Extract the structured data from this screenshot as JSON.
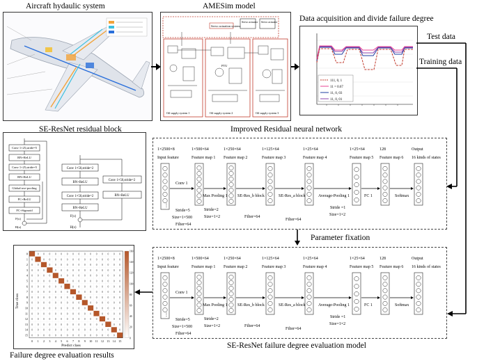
{
  "titles": {
    "aircraft": "Aircraft hydaulic system",
    "amesim": "AMESim model",
    "data_acq": "Data acquisition and divide failure degree",
    "se_block": "SE-ResNet residual block",
    "improved": "Improved Residual neural network",
    "param_fix": "Parameter fixation",
    "eval_model": "SE-ResNet failure degree evaluation model",
    "results": "Failure degree evaluation results"
  },
  "side_labels": {
    "test": "Test data",
    "training": "Training data"
  },
  "amesim": {
    "servo": "Servo actuation system",
    "servo_act1": "Servo actuator",
    "servo_act2": "Servo actuator",
    "ptu": "PTU",
    "oil1": "Oil supply system 1",
    "oil2": "Oil supply system 2",
    "oil3": "Oil supply system 3"
  },
  "legend": [
    "111, 0, 1",
    "11 = 0.67",
    "11, 0, 03",
    "11, 0, 01"
  ],
  "se_block_left": [
    "Conv 1×25,stride=5",
    "BN+ReLU",
    "Conv 1×25,stride=5",
    "BN+ReLU",
    "Global-ave-pooling",
    "FC+ReLU",
    "FC+Sigmoid",
    "F(x)",
    "H(x)"
  ],
  "se_block_right": [
    "Conv 1×50,stride=2",
    "BN+ReLU",
    "Conv 1×50,stride=2",
    "BN+ReLU",
    "Conv 1×50,stride=2",
    "BN+ReLU",
    "F(x)",
    "H(x)"
  ],
  "network_top": {
    "dims": [
      "1×2500×8",
      "1×500×64",
      "1×250×64",
      "1×125×64",
      "1×25×64",
      "1×25×64",
      "128",
      "Output"
    ],
    "maps": [
      "Input feature",
      "Feature map 1",
      "Feature map 2",
      "Feature map 3",
      "Feature map 4",
      "Feature map 5",
      "Feature map 6",
      "16 kinds of states"
    ],
    "ops": [
      "Conv 1",
      "Max Pooling 1",
      "SE-Res_b block",
      "SE-Res_a block",
      "Average-Pooling 1",
      "FC 1",
      "Softmax"
    ],
    "params": [
      "Stride=5",
      "Size=1×500",
      "Filter=64",
      "Stride=2",
      "Size=1×2",
      "Filter=64",
      "Filter=64",
      "Stride =1",
      "Size=1×2"
    ]
  },
  "network_bottom": {
    "dims": [
      "1×2500×8",
      "1×500×64",
      "1×250×64",
      "1×125×64",
      "1×25×64",
      "1×25×64",
      "128",
      "Output"
    ],
    "maps": [
      "Input feature",
      "Feature map 1",
      "Feature map 2",
      "Feature map 3",
      "Feature map 4",
      "Feature map 5",
      "Feature map 6",
      "16 kinds of states"
    ],
    "ops": [
      "Conv 1",
      "Max Pooling 1",
      "SE-Res_b block",
      "SE-Res_a block",
      "Average-Pooling 1",
      "FC 1",
      "Softmax"
    ],
    "params": [
      "Stride=5",
      "Size=1×500",
      "Filter=64",
      "Stride=2",
      "Size=1×2",
      "Filter=64",
      "Filter=64",
      "Stride =1",
      "Size=1×2"
    ]
  },
  "confusion": {
    "ylabel": "True class",
    "xlabel": "Predict class",
    "ticks": [
      "0",
      "1",
      "2",
      "3",
      "4",
      "5",
      "6",
      "7",
      "8",
      "9",
      "10",
      "11",
      "12",
      "13",
      "14",
      "15"
    ],
    "colorbar": [
      "160",
      "140",
      "120",
      "100",
      "80",
      "60",
      "40",
      "20",
      "0"
    ]
  },
  "colors": {
    "accent_red": "#c0392b",
    "matrix_orange": "#b5572a"
  }
}
